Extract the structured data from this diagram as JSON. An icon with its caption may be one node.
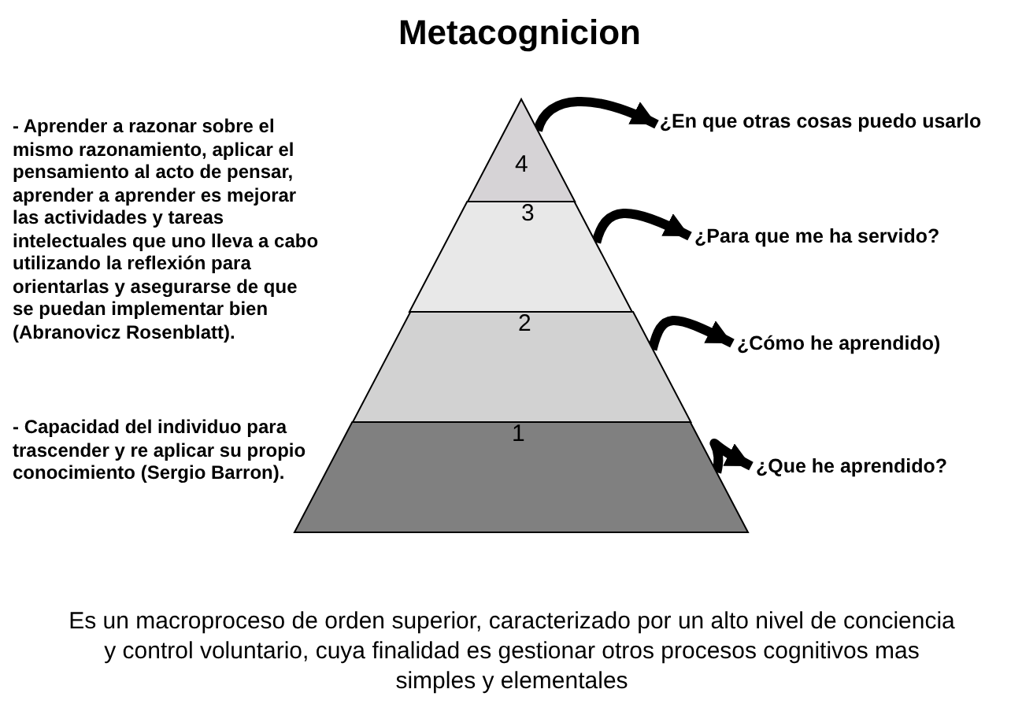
{
  "diagram": {
    "title": "Metacognicion",
    "caption": "Es un macroproceso de orden superior, caracterizado por un alto nivel de conciencia y control voluntario, cuya finalidad es gestionar otros procesos cognitivos mas simples y elementales",
    "nodes": [
      {
        "text": [
          "4"
        ]
      },
      {
        "text": [
          "¿En que otras cosas puedo usarlo"
        ]
      },
      {
        "text": [
          "3"
        ]
      },
      {
        "text": [
          "¿Para que me ha servido?"
        ]
      },
      {
        "text": [
          "2"
        ]
      },
      {
        "text": [
          "¿Cómo he aprendido)"
        ]
      },
      {
        "text": [
          "1"
        ]
      },
      {
        "text": [
          "¿Que he aprendido?"
        ]
      }
    ],
    "edges": [
      {
        "from": 0,
        "to": 1,
        "arrow": "to"
      },
      {
        "from": 2,
        "to": 3,
        "arrow": "to"
      },
      {
        "from": 4,
        "to": 5,
        "arrow": "to"
      },
      {
        "from": 6,
        "to": 7,
        "arrow": "to"
      }
    ],
    "labels": [
      "- Aprender a razonar sobre el mismo razonamiento, aplicar el pensamiento al acto de pensar, aprender a aprender es mejorar las actividades y tareas intelectuales que uno lleva a cabo utilizando la reflexión para orientarlas y asegurarse de que se puedan implementar bien (Abranovicz Rosenblatt).",
      "- Capacidad del individuo para trascender y re aplicar su propio conocimiento (Sergio Barron)."
    ]
  }
}
